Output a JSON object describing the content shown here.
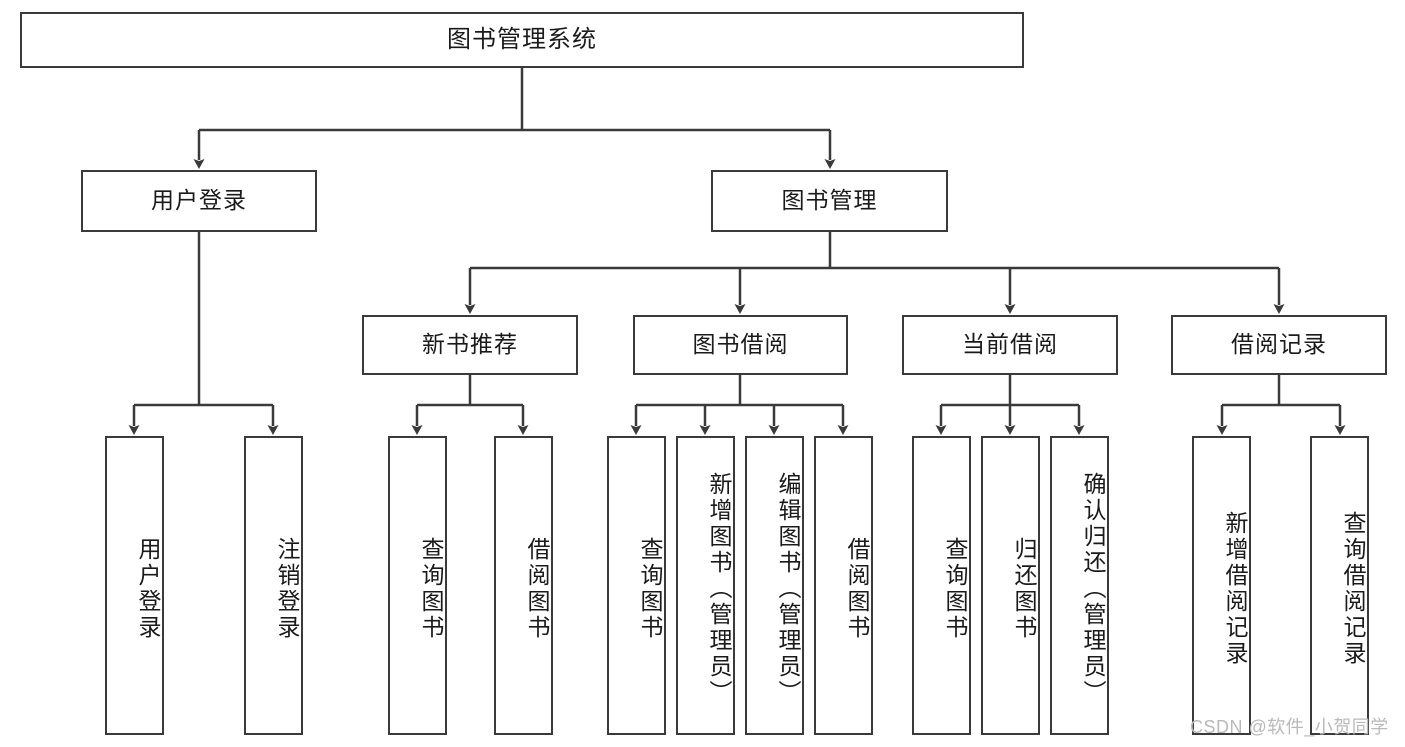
{
  "diagram": {
    "title": "图书管理系统",
    "watermark": "CSDN @软件_小贺同学",
    "colors": {
      "stroke": "#3a3a3a",
      "fill": "#ffffff",
      "text": "#1a1a1a",
      "watermark": "#b9b9b9"
    },
    "nodes": {
      "root": {
        "label": "图书管理系统",
        "level": 1
      },
      "l2": [
        {
          "id": "user-login",
          "label": "用户登录",
          "level": 2
        },
        {
          "id": "book-management",
          "label": "图书管理",
          "level": 2
        }
      ],
      "l3": [
        {
          "id": "new-book-recommend",
          "label": "新书推荐",
          "level": 3
        },
        {
          "id": "book-borrow",
          "label": "图书借阅",
          "level": 3
        },
        {
          "id": "current-borrow",
          "label": "当前借阅",
          "level": 3
        },
        {
          "id": "borrow-record",
          "label": "借阅记录",
          "level": 3
        }
      ],
      "l4": [
        {
          "id": "leaf-user-login",
          "label": "用户登录",
          "parent": "user-login",
          "level": 4
        },
        {
          "id": "leaf-logout-login",
          "label": "注销登录",
          "parent": "user-login",
          "level": 4
        },
        {
          "id": "leaf-query-book-1",
          "label": "查询图书",
          "parent": "new-book-recommend",
          "level": 4
        },
        {
          "id": "leaf-borrow-book-1",
          "label": "借阅图书",
          "parent": "new-book-recommend",
          "level": 4
        },
        {
          "id": "leaf-query-book-2",
          "label": "查询图书",
          "parent": "book-borrow",
          "level": 4
        },
        {
          "id": "leaf-add-book",
          "label": "新增图书（管理员）",
          "parent": "book-borrow",
          "level": 4
        },
        {
          "id": "leaf-edit-book",
          "label": "编辑图书（管理员）",
          "parent": "book-borrow",
          "level": 4
        },
        {
          "id": "leaf-borrow-book-2",
          "label": "借阅图书",
          "parent": "book-borrow",
          "level": 4
        },
        {
          "id": "leaf-query-book-3",
          "label": "查询图书",
          "parent": "current-borrow",
          "level": 4
        },
        {
          "id": "leaf-return-book",
          "label": "归还图书",
          "parent": "current-borrow",
          "level": 4
        },
        {
          "id": "leaf-confirm-return",
          "label": "确认归还（管理员）",
          "parent": "current-borrow",
          "level": 4
        },
        {
          "id": "leaf-add-record",
          "label": "新增借阅记录",
          "parent": "borrow-record",
          "level": 4
        },
        {
          "id": "leaf-query-record",
          "label": "查询借阅记录",
          "parent": "borrow-record",
          "level": 4
        }
      ]
    }
  }
}
